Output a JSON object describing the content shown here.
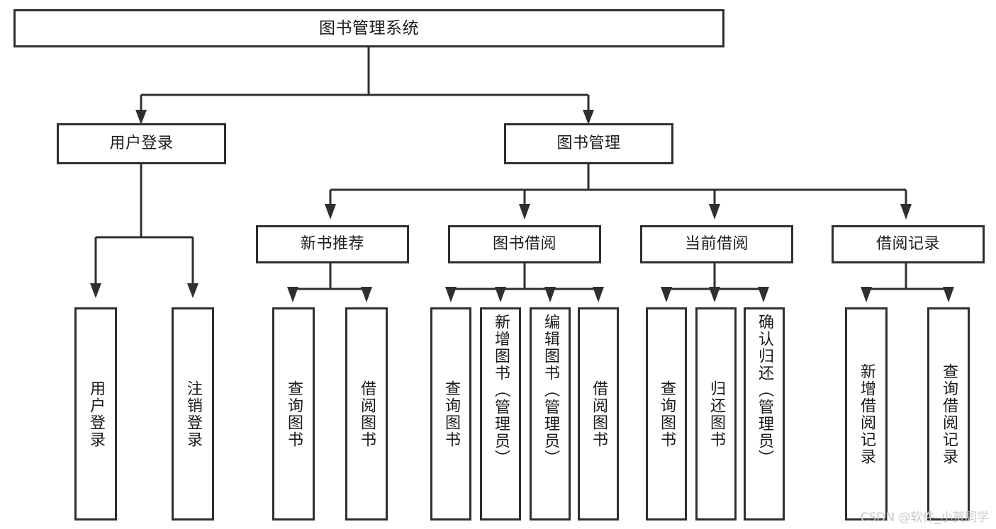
{
  "diagram": {
    "title": "图书管理系统",
    "type": "tree",
    "watermark": "CSDN @软件_小贺同学",
    "colors": {
      "stroke": "#2f2f2f",
      "fill": "#ffffff",
      "text": "#1a1a1a",
      "watermark": "#c8c8c8"
    },
    "root": {
      "label": "图书管理系统"
    },
    "level2": [
      {
        "id": "user-login",
        "label": "用户登录"
      },
      {
        "id": "book-manage",
        "label": "图书管理"
      }
    ],
    "level3": [
      {
        "id": "new-book-recommend",
        "label": "新书推荐"
      },
      {
        "id": "book-borrow",
        "label": "图书借阅"
      },
      {
        "id": "current-borrow",
        "label": "当前借阅"
      },
      {
        "id": "borrow-record",
        "label": "借阅记录"
      }
    ],
    "leaves": {
      "user_login": [
        {
          "id": "leaf-user-login",
          "label": "用户登录"
        },
        {
          "id": "leaf-user-logout",
          "label": "注销登录"
        }
      ],
      "new_book_recommend": [
        {
          "id": "leaf-query-book-1",
          "label": "查询图书"
        },
        {
          "id": "leaf-borrow-book-1",
          "label": "借阅图书"
        }
      ],
      "book_borrow": [
        {
          "id": "leaf-query-book-2",
          "label": "查询图书"
        },
        {
          "id": "leaf-add-book",
          "label": "新增图书（管理员）"
        },
        {
          "id": "leaf-edit-book",
          "label": "编辑图书（管理员）"
        },
        {
          "id": "leaf-borrow-book-2",
          "label": "借阅图书"
        }
      ],
      "current_borrow": [
        {
          "id": "leaf-query-book-3",
          "label": "查询图书"
        },
        {
          "id": "leaf-return-book",
          "label": "归还图书"
        },
        {
          "id": "leaf-confirm-return",
          "label": "确认归还（管理员）"
        }
      ],
      "borrow_record": [
        {
          "id": "leaf-add-record",
          "label": "新增借阅记录"
        },
        {
          "id": "leaf-query-record",
          "label": "查询借阅记录"
        }
      ]
    }
  }
}
